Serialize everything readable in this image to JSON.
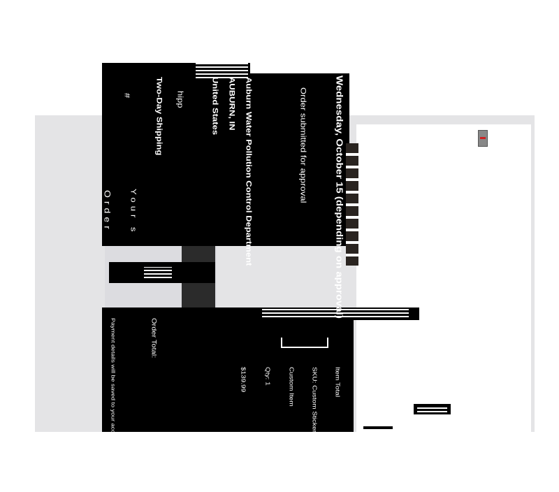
{
  "delivery": {
    "date": "Wednesday, October 15 (depending on approval)",
    "status": "Order submitted for approval"
  },
  "address": {
    "name": "Auburn Water Pollution Control Department",
    "city": "AUBURN, IN",
    "country": "United States"
  },
  "shipping": {
    "label": "hipp",
    "method": "Two-Day Shipping",
    "hash": "#"
  },
  "labels": {
    "your": "Your s",
    "order": "Order"
  },
  "summary": {
    "order_total": "Order Total:",
    "payment_note": "Payment details will be saved to your account for future orders"
  },
  "item": {
    "header": "Item Total",
    "sku": "SKU: Custom Stickers",
    "name": "Custom Item",
    "qty": "Qty: 1",
    "price": "$139.99"
  }
}
